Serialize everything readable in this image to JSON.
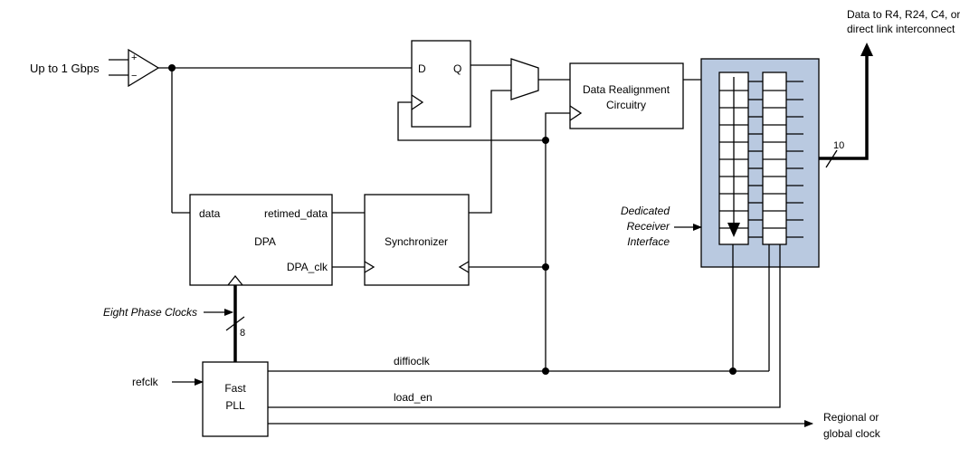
{
  "input_label": "Up to 1 Gbps",
  "flipflop": {
    "d": "D",
    "q": "Q"
  },
  "realignment": {
    "line1": "Data Realignment",
    "line2": "Circuitry"
  },
  "output": {
    "line1": "Data to R4, R24, C4, or",
    "line2": "direct link interconnect",
    "bus_width": "10"
  },
  "dpa": {
    "data": "data",
    "retimed": "retimed_data",
    "title": "DPA",
    "clk": "DPA_clk"
  },
  "synchronizer": "Synchronizer",
  "receiver_interface": {
    "line1": "Dedicated",
    "line2": "Receiver",
    "line3": "Interface"
  },
  "phase_clocks": {
    "label": "Eight Phase Clocks",
    "bus_width": "8"
  },
  "refclk": "refclk",
  "pll": {
    "line1": "Fast",
    "line2": "PLL"
  },
  "signals": {
    "diffioclk": "diffioclk",
    "load_en": "load_en"
  },
  "global_clock": {
    "line1": "Regional or",
    "line2": "global clock"
  },
  "colors": {
    "receiver_fill": "#b9c9e0"
  }
}
